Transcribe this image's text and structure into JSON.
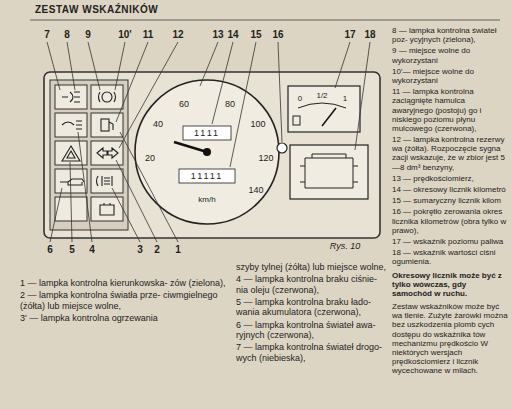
{
  "diagram": {
    "title": "ZESTAW WSKAŹNIKÓW",
    "caption": "Rys. 10",
    "labels": [
      "7",
      "8",
      "9",
      "10'",
      "11",
      "12",
      "13",
      "14",
      "15",
      "16",
      "17",
      "18",
      "6",
      "5",
      "4",
      "3",
      "2",
      "1",
      "40",
      "60",
      "80",
      "100",
      "20",
      "120",
      "140",
      "km/h",
      "1111",
      "11111",
      "0",
      "1/2",
      "1",
      "1 — lampka kontrolna kierunkowska- zów (zielona),",
      "2 — lampka kontrolna światła prze- ciwmgielnego (żółta) lub miejsce wolne,",
      "3' — lampka kontrolna ogrzewania",
      "szyby tylnej (żółta) lub miejsce wolne,",
      "4 — lampka kontrolna braku ciśnie- nia oleju (czerwona),",
      "5 — lampka kontrolna braku łado- wania akumulatora (czerwona),",
      "6 — lampka kontrolna świateł awa- ryjnych (czerwona),",
      "7 — lampka kontrolna świateł drogo- wych (niebieska),",
      "8 — lampka kontrolna świateł poz- ycyjnych (zielona),",
      "9 — miejsce wolne do wykorzystani",
      "10'— miejsce wolne do wykorzystani",
      "11 — lampka kontrolna zaciągnięte hamulca awaryjnego (postoju) go i niskiego poziomu płynu mulcowego (czerwona),",
      "12 — lampka kontrolna rezerwy wa (żółta). Rozpoczęcie sygna zacji wskazuje, że w zbior jest 5—8 dm³ benzyny,",
      "13 — prędkościomierz,",
      "14 — okresowy licznik kilometró",
      "15 — sumaryczny licznik kilom",
      "16 — pokrętło zerowania okres licznika kilometrów (obra tylko w prawo),",
      "17 — wskaźnik poziomu paliwa",
      "18 — wskaźnik wartości ciśni ogumienia.",
      "Okresowy licznik może być z tylko wówczas, gdy samochód w ruchu.",
      "Zestaw wskaźników może być wa tlenie. Zużyte żarówki można bez uszkodzenia plomb cych dostępu do wskaźnika tów mechanizmu prędkościo W niektórych wersjach prędkościomierz i licznik wycechowane w milach."
    ]
  }
}
